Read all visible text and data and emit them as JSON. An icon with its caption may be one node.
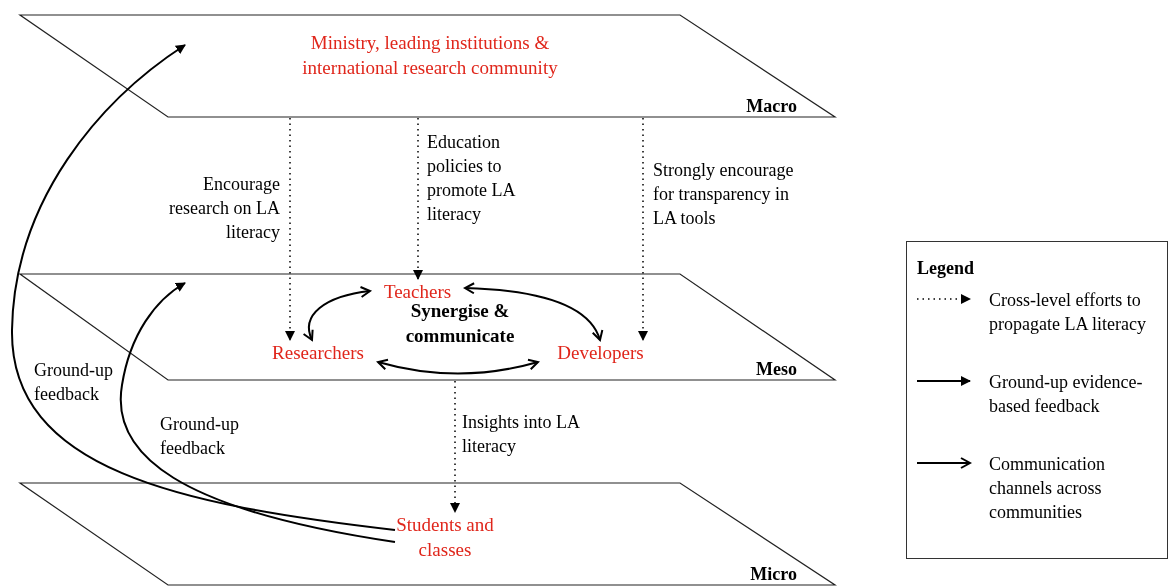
{
  "diagram": {
    "nodes": [
      {
        "text": [
          "Macro"
        ]
      },
      {
        "text": [
          "Ministry, leading institutions & international research community"
        ],
        "in": 0
      },
      {
        "text": [
          "Meso"
        ]
      },
      {
        "text": [
          "Teachers"
        ],
        "in": 2
      },
      {
        "text": [
          "Researchers"
        ],
        "in": 2
      },
      {
        "text": [
          "Developers"
        ],
        "in": 2
      },
      {
        "text": [
          "Micro"
        ]
      },
      {
        "text": [
          "Students and classes"
        ],
        "in": 6
      }
    ],
    "edges": [
      {
        "from": 0,
        "to": 4,
        "arrow": "to",
        "style": "dashed",
        "label": "Encourage research on LA literacy"
      },
      {
        "from": 0,
        "to": 3,
        "arrow": "to",
        "style": "dashed",
        "label": "Education policies to promote LA literacy"
      },
      {
        "from": 0,
        "to": 5,
        "arrow": "to",
        "style": "dashed",
        "label": "Strongly encourage for transparency in LA tools"
      },
      {
        "from": 2,
        "to": 7,
        "arrow": "to",
        "style": "dashed",
        "label": "Insights into LA literacy"
      },
      {
        "from": 7,
        "to": 0,
        "arrow": "to",
        "label": "Ground-up feedback"
      },
      {
        "from": 7,
        "to": 2,
        "arrow": "to",
        "label": "Ground-up feedback"
      },
      {
        "from": 4,
        "to": 3,
        "arrow": "both"
      },
      {
        "from": 3,
        "to": 5,
        "arrow": "both"
      },
      {
        "from": 4,
        "to": 5,
        "arrow": "both"
      }
    ],
    "labels": [
      "Synergise & communicate",
      "Legend"
    ],
    "legend": [
      {
        "text": "Cross-level efforts to propagate LA literacy"
      },
      {
        "text": "Ground-up evidence-based feedback"
      },
      {
        "text": "Communication channels across communities"
      }
    ]
  }
}
